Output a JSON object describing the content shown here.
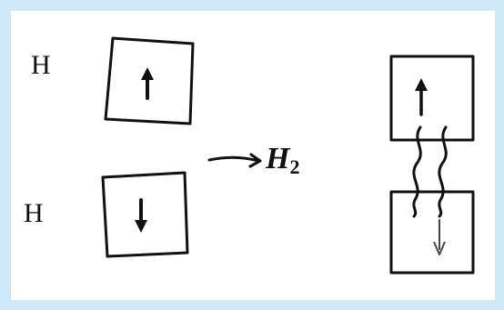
{
  "diagram": {
    "atom_top_label": "H",
    "atom_bottom_label": "H",
    "product_label": "H",
    "product_subscript": "2",
    "spin_top": "up",
    "spin_bottom": "down",
    "bond_spin_top": "up",
    "bond_spin_bottom": "down",
    "background_color": "#cfe9f8",
    "ink_color": "#111111"
  }
}
